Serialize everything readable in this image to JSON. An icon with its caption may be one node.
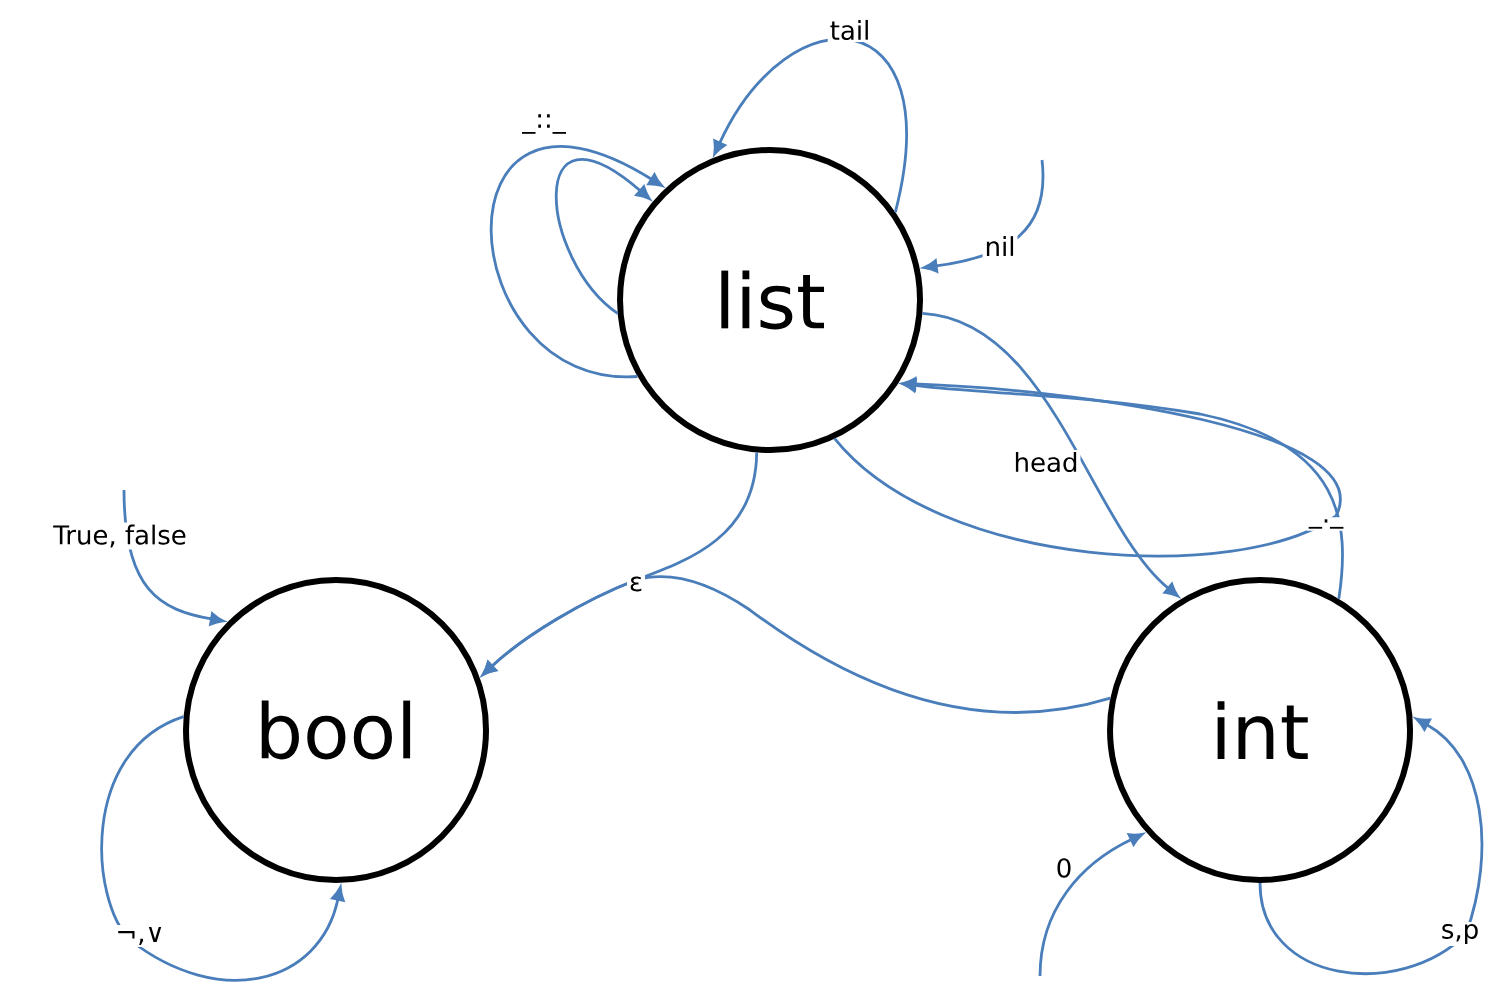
{
  "diagram": {
    "nodes": [
      {
        "text": [
          "list"
        ]
      },
      {
        "text": [
          "bool"
        ]
      },
      {
        "text": [
          "int"
        ]
      }
    ],
    "edges": [
      {
        "from": 0,
        "to": 0,
        "arrow": "to",
        "label": "_::_"
      },
      {
        "from": 0,
        "to": 0,
        "arrow": "to"
      },
      {
        "from": 0,
        "to": 0,
        "arrow": "to",
        "label": "tail"
      },
      {
        "from": null,
        "to": 0,
        "arrow": "to",
        "label": "nil"
      },
      {
        "from": 0,
        "to": 2,
        "arrow": "to",
        "label": "head"
      },
      {
        "from": 0,
        "to": 0,
        "arrow": "to",
        "label": "_._"
      },
      {
        "from": 2,
        "to": 0,
        "arrow": "to"
      },
      {
        "from": 0,
        "to": 1,
        "arrow": "to",
        "label": "ε"
      },
      {
        "from": 2,
        "to": 1,
        "arrow": "to"
      },
      {
        "from": null,
        "to": 1,
        "arrow": "to",
        "label": "True, false"
      },
      {
        "from": 1,
        "to": 1,
        "arrow": "to",
        "label": "¬,∨"
      },
      {
        "from": null,
        "to": 2,
        "arrow": "to",
        "label": "0"
      },
      {
        "from": 2,
        "to": 2,
        "arrow": "to",
        "label": "s,p"
      }
    ]
  }
}
